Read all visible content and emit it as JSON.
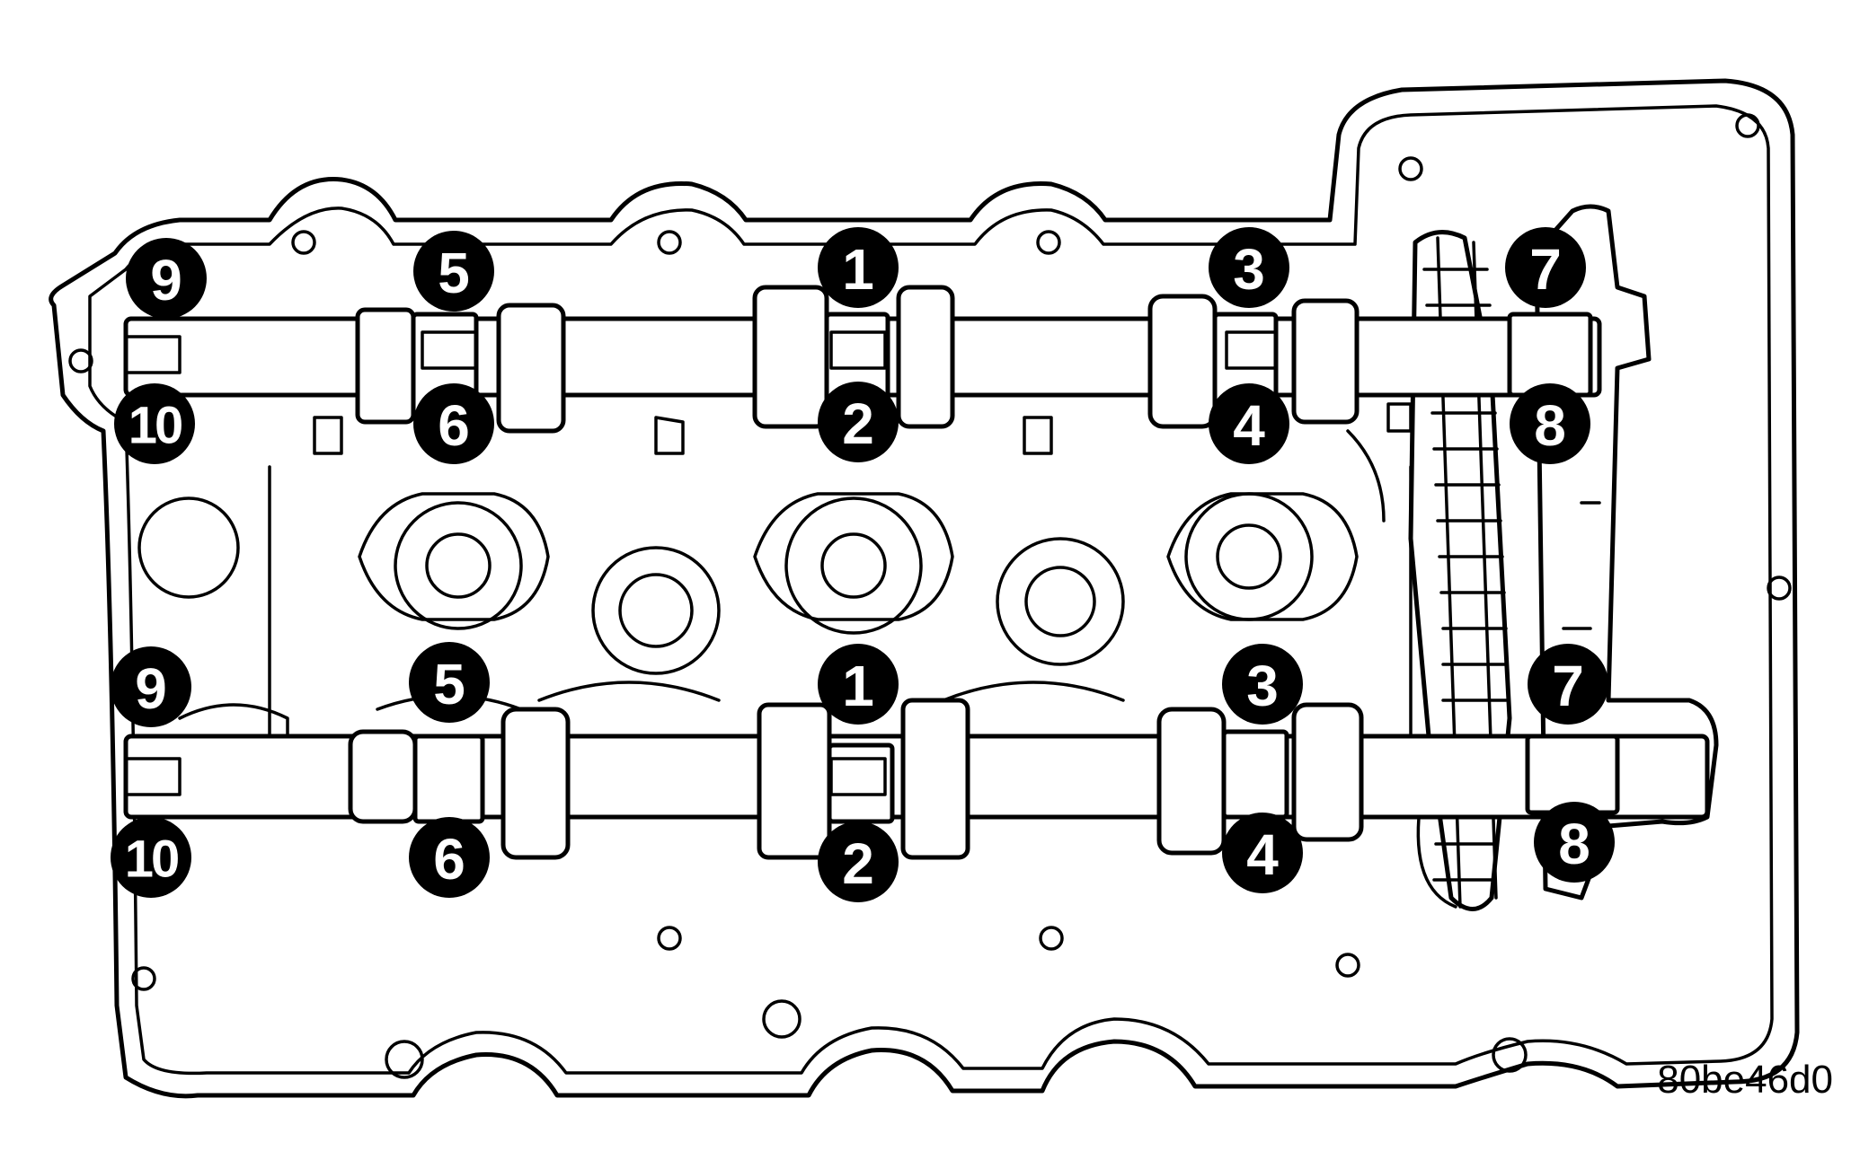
{
  "figure_id": "80be46d0",
  "sequence_upper": [
    {
      "number": "9"
    },
    {
      "number": "10"
    },
    {
      "number": "5"
    },
    {
      "number": "6"
    },
    {
      "number": "1"
    },
    {
      "number": "2"
    },
    {
      "number": "3"
    },
    {
      "number": "4"
    },
    {
      "number": "7"
    },
    {
      "number": "8"
    }
  ],
  "sequence_lower": [
    {
      "number": "9"
    },
    {
      "number": "10"
    },
    {
      "number": "5"
    },
    {
      "number": "6"
    },
    {
      "number": "1"
    },
    {
      "number": "2"
    },
    {
      "number": "3"
    },
    {
      "number": "4"
    },
    {
      "number": "7"
    },
    {
      "number": "8"
    }
  ]
}
